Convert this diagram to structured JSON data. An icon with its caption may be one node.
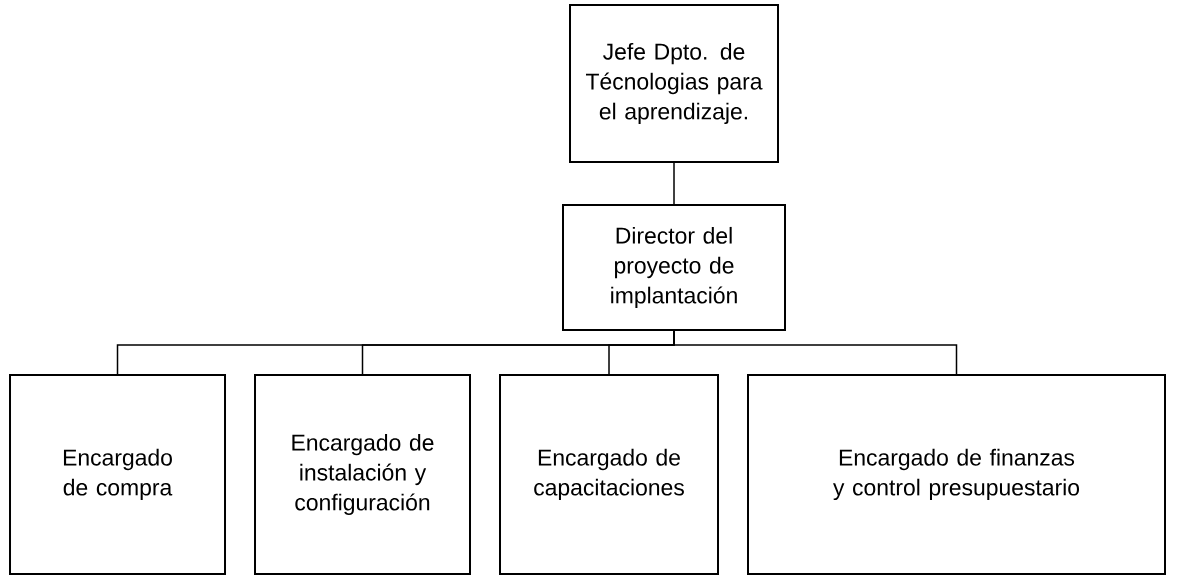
{
  "diagram": {
    "nodes": [
      {
        "text": [
          "Jefe Dpto. de Técnologias para el aprendizaje."
        ]
      },
      {
        "text": [
          "Director del proyecto de implantación"
        ]
      },
      {
        "text": [
          "Encargado de compra"
        ]
      },
      {
        "text": [
          "Encargado de instalación y configuración"
        ]
      },
      {
        "text": [
          "Encargado de capacitaciones"
        ]
      },
      {
        "text": [
          "Encargado de finanzas y control presupuestario"
        ]
      }
    ],
    "edges": [
      {
        "from": 0,
        "to": 1,
        "arrow": "none"
      },
      {
        "from": 1,
        "to": 2,
        "arrow": "none"
      },
      {
        "from": 1,
        "to": 3,
        "arrow": "none"
      },
      {
        "from": 1,
        "to": 4,
        "arrow": "none"
      },
      {
        "from": 1,
        "to": 5,
        "arrow": "none"
      }
    ]
  }
}
